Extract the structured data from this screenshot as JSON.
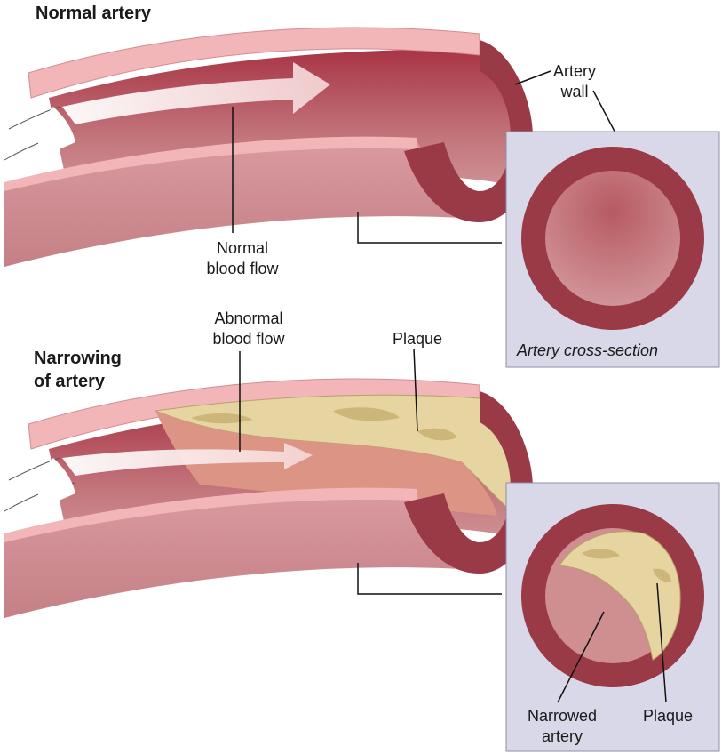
{
  "top": {
    "title": "Normal artery",
    "artery_wall_line1": "Artery",
    "artery_wall_line2": "wall",
    "flow_line1": "Normal",
    "flow_line2": "blood flow",
    "cross_section_caption": "Artery cross-section"
  },
  "bottom": {
    "title_line1": "Narrowing",
    "title_line2": "of artery",
    "flow_line1": "Abnormal",
    "flow_line2": "blood flow",
    "plaque": "Plaque",
    "narrowed_line1": "Narrowed",
    "narrowed_line2": "artery",
    "plaque_inset": "Plaque"
  },
  "colors": {
    "outer_pink": "#f2b5b8",
    "wall_dark": "#9a3a46",
    "lumen_red": "#b44b56",
    "tube_body": "#c98a8f",
    "lumen_inner": "#cf8f91",
    "plaque": "#e6d5a0",
    "plaque_dark": "#cdb67a",
    "panel_bg": "#d9d8e8",
    "panel_border": "#8f8fa8"
  }
}
